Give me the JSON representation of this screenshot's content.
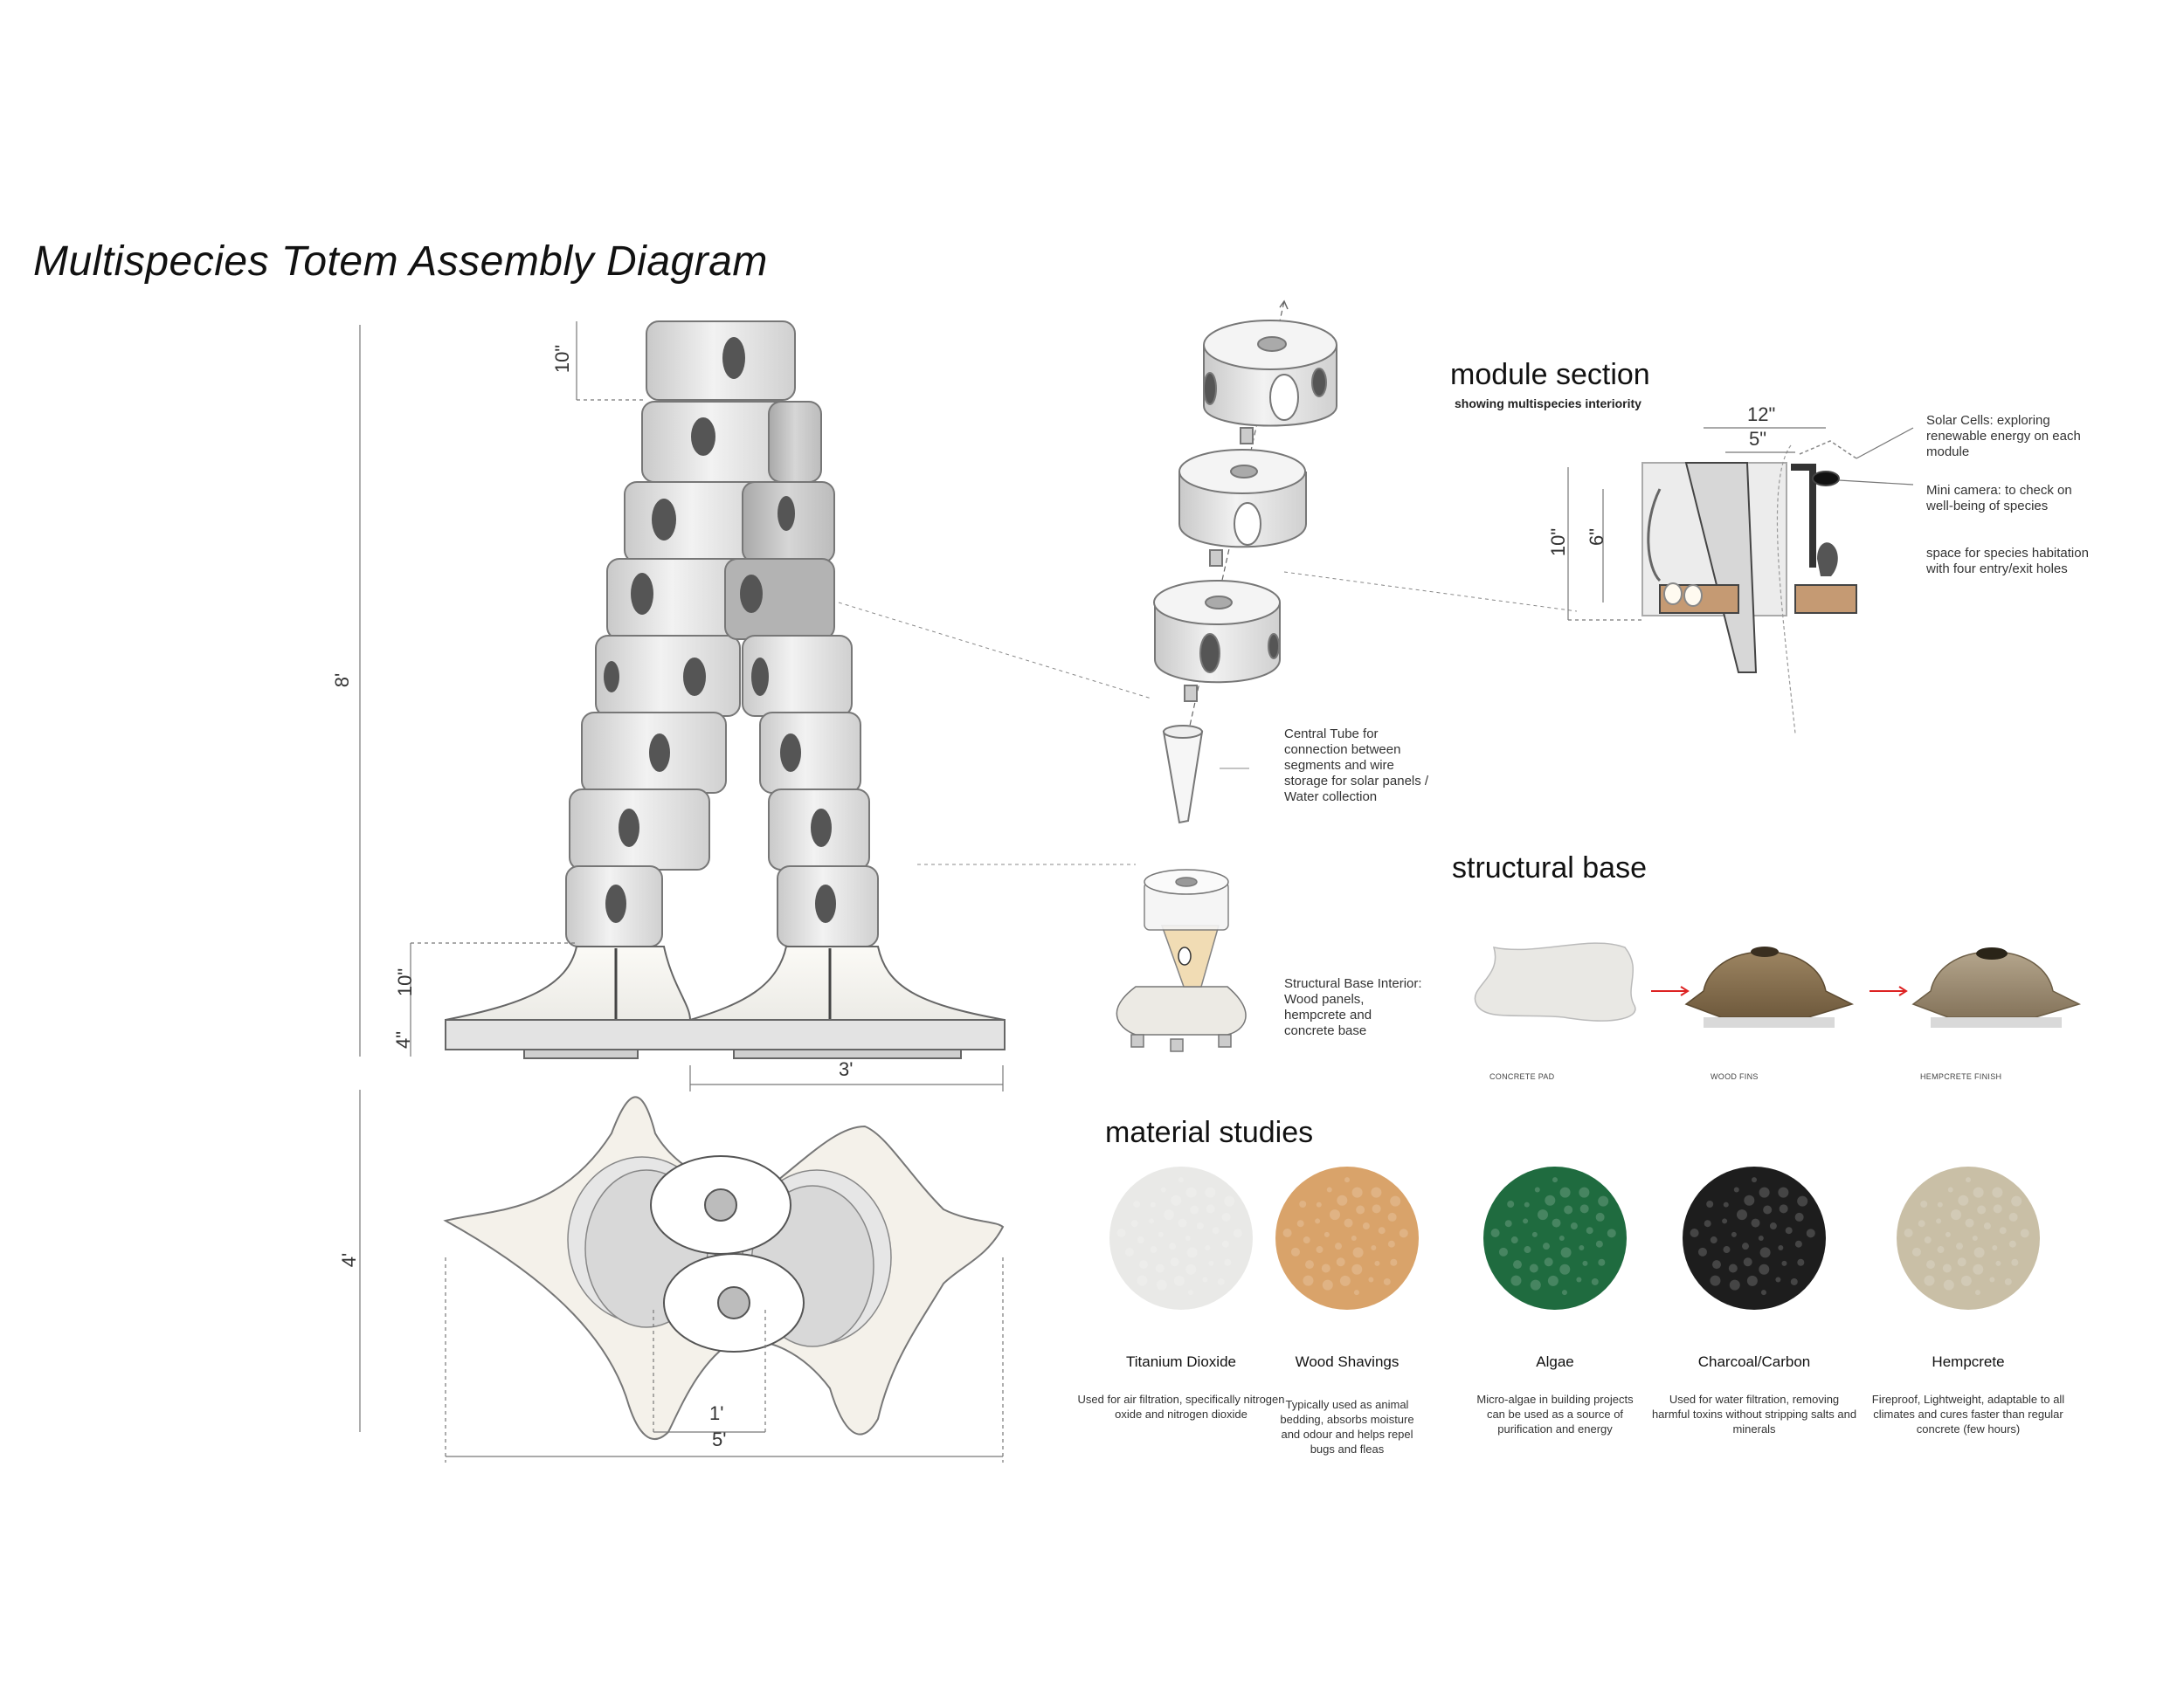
{
  "title": "Multispecies Totem Assembly Diagram",
  "elevation_dims": {
    "module_height": "10\"",
    "total_height": "8'",
    "base_height": "10\"",
    "pad_height": "4\"",
    "base_width": "3'"
  },
  "plan_dims": {
    "plan_depth": "4'",
    "tube_spacing": "1'",
    "plan_width": "5'"
  },
  "annotations": {
    "central_tube": "Central Tube for connection between segments and wire storage for solar panels / Water collection",
    "structural_base_interior": "Structural Base Interior: Wood panels, hempcrete and  concrete base"
  },
  "module_section": {
    "title": "module section",
    "subtitle": "showing multispecies interiority",
    "width_outer": "12\"",
    "width_inner": "5\"",
    "height_outer": "10\"",
    "height_inner": "6\"",
    "notes": [
      "Solar Cells: exploring renewable energy  on each module",
      "Mini camera: to check on well-being of species",
      "space for species habitation with four entry/exit holes"
    ]
  },
  "structural_base": {
    "title": "structural base",
    "steps": [
      "CONCRETE PAD",
      "WOOD FINS",
      "HEMPCRETE FINISH"
    ]
  },
  "material_studies": {
    "title": "material studies",
    "items": [
      {
        "name": "Titanium Dioxide",
        "desc": "Used for air filtration, specifically nitrogen oxide and nitrogen dioxide",
        "color": "#e9e9e7"
      },
      {
        "name": "Wood Shavings",
        "desc": "Typically used as animal bedding, absorbs moisture and odour and helps repel bugs and fleas",
        "color": "#d9a36a"
      },
      {
        "name": "Algae",
        "desc": "Micro-algae in building projects can be used as a source of purification and energy",
        "color": "#1f6b3f"
      },
      {
        "name": "Charcoal/Carbon",
        "desc": "Used for water filtration, removing harmful toxins without stripping salts and minerals",
        "color": "#1d1d1d"
      },
      {
        "name": "Hempcrete",
        "desc": "Fireproof, Lightweight, adaptable to all climates and cures faster than regular concrete (few hours)",
        "color": "#c9bfa6"
      }
    ]
  }
}
